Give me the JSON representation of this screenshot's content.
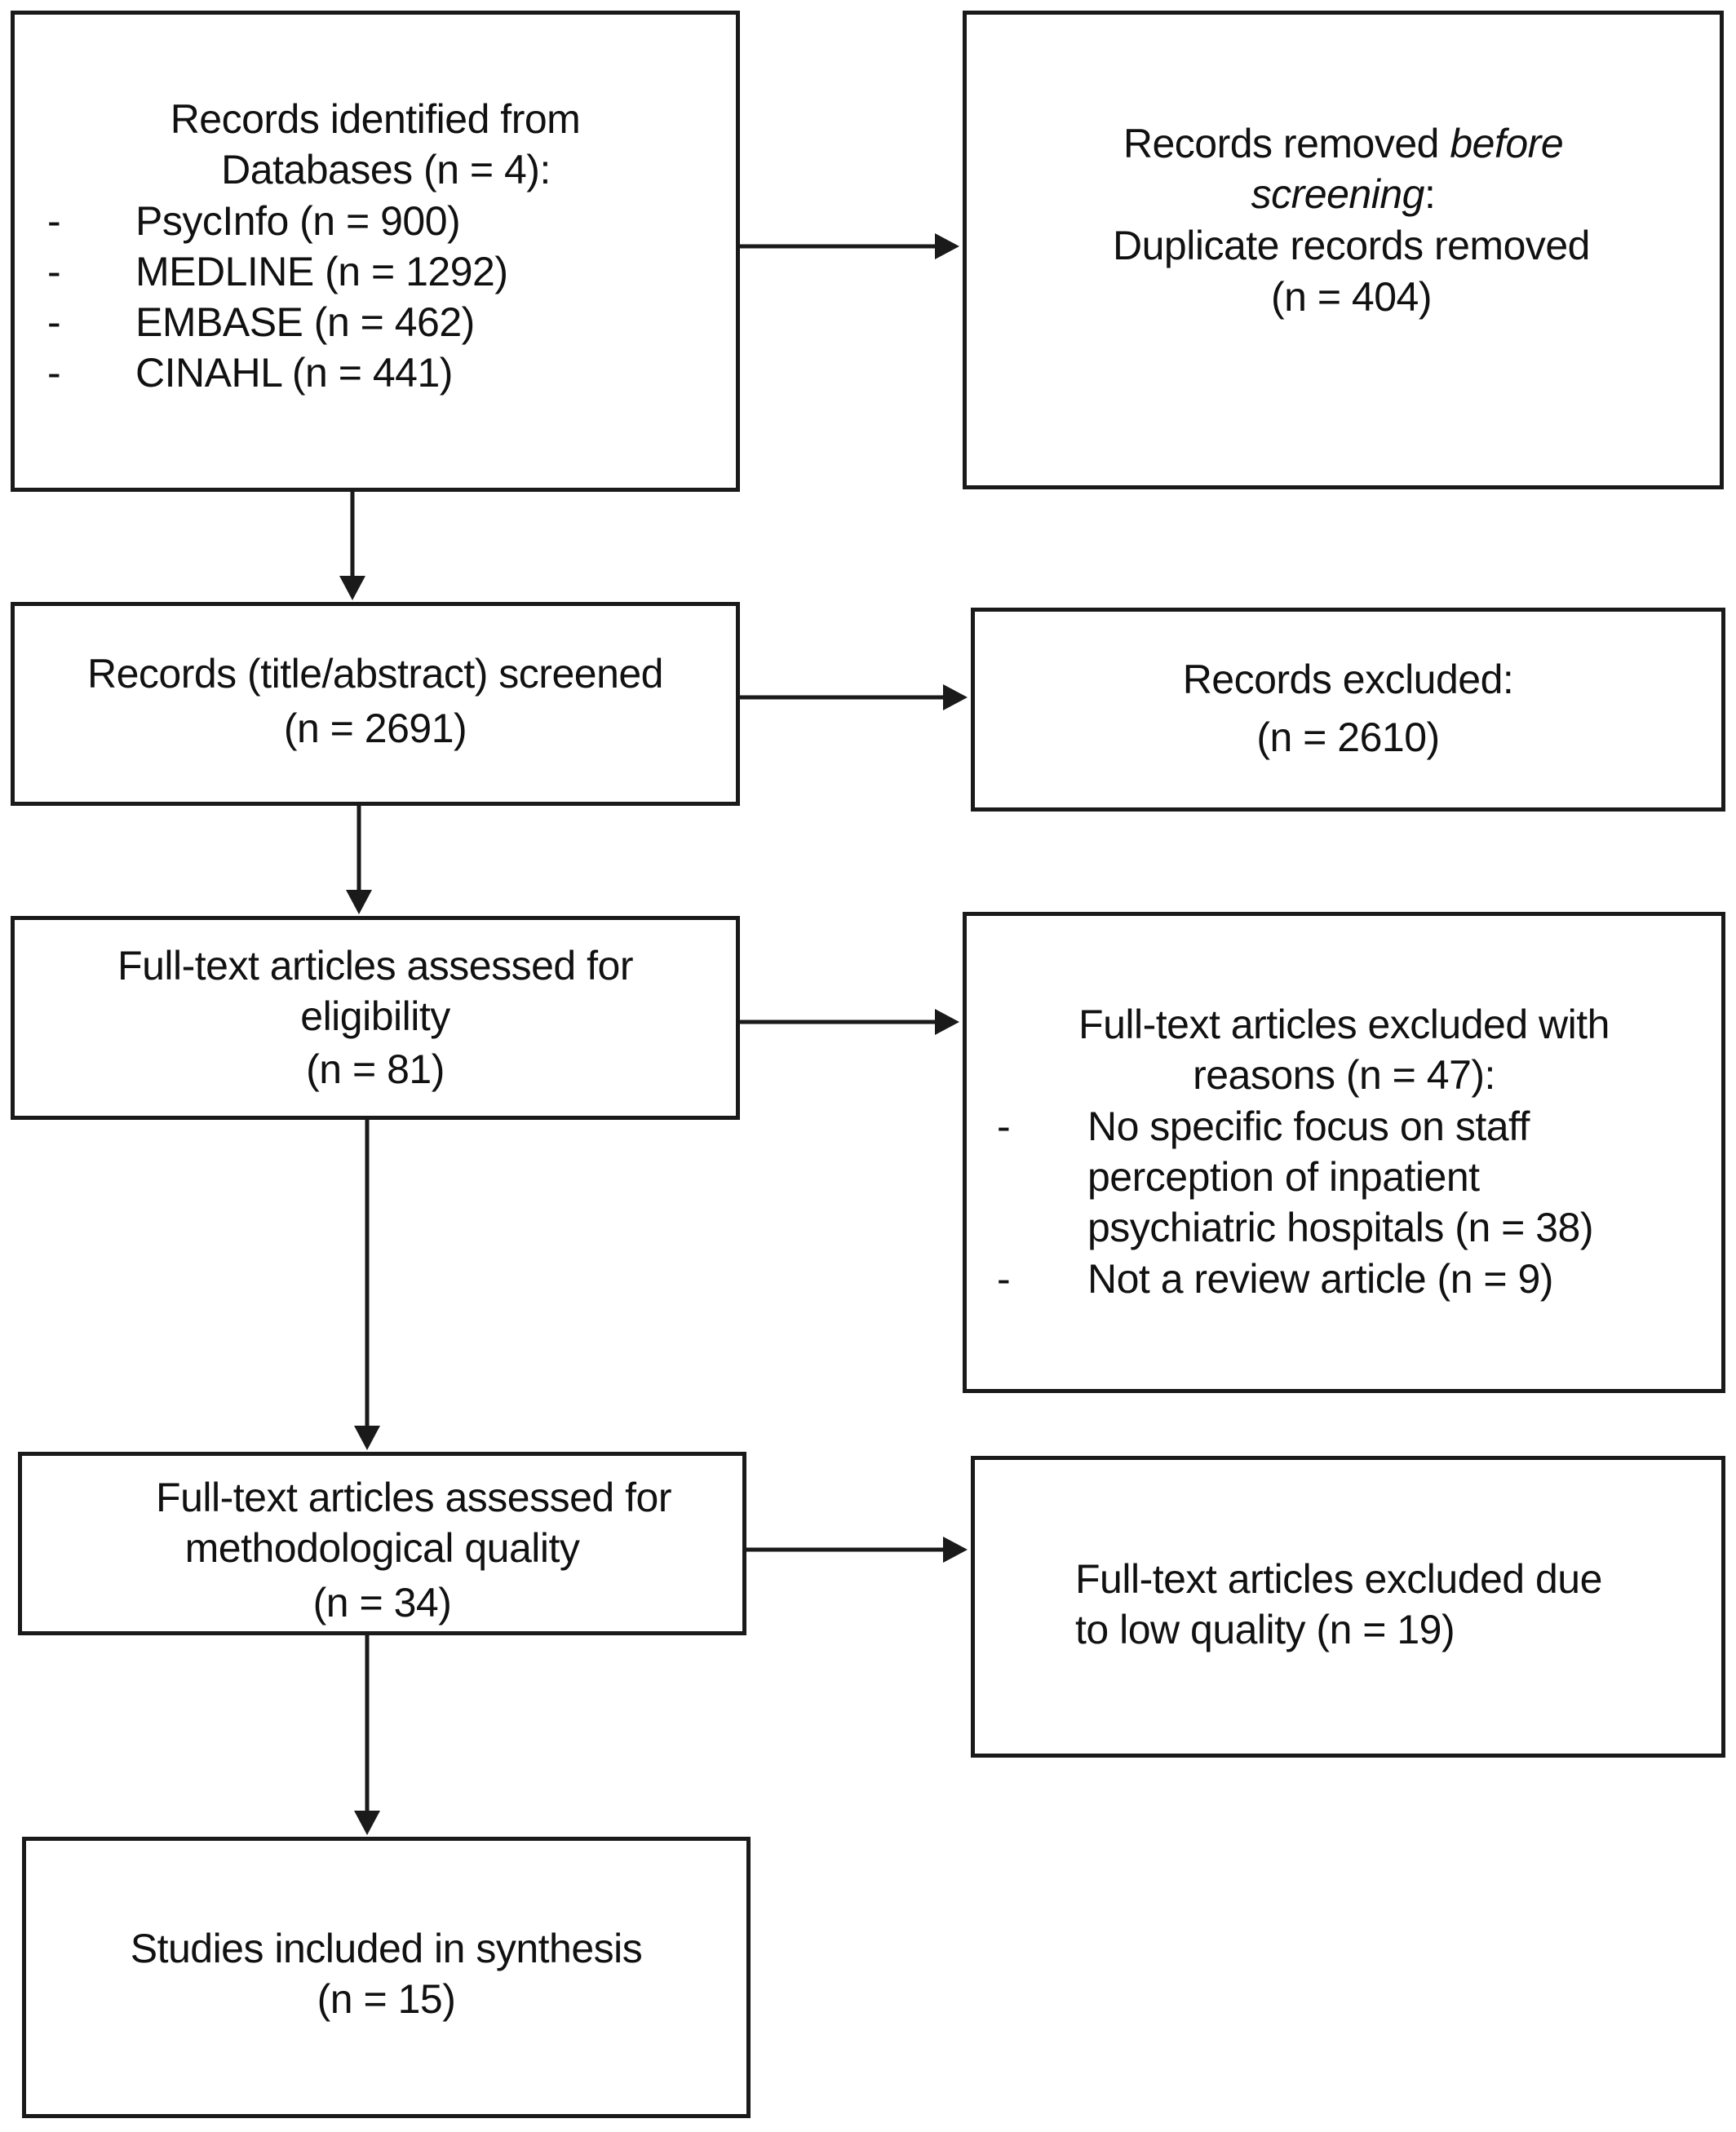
{
  "identification": {
    "title_line1": "Records identified from",
    "title_line2": "Databases (n = 4):",
    "sources": [
      "PsycInfo (n = 900)",
      "MEDLINE (n = 1292)",
      "EMBASE (n = 462)",
      "CINAHL (n = 441)"
    ]
  },
  "removed": {
    "line1_a": "Records removed ",
    "line1_b": "before",
    "line2_a": "screening",
    "line2_b": ":",
    "line3": "Duplicate records removed",
    "line4": "(n = 404)"
  },
  "screened": {
    "line1": "Records (title/abstract) screened",
    "line2": "(n = 2691)"
  },
  "excluded": {
    "line1": "Records excluded:",
    "line2": "(n = 2610)"
  },
  "eligibility": {
    "line1": "Full-text articles assessed for",
    "line2": "eligibility",
    "line3": "(n = 81)"
  },
  "eligibility_excluded": {
    "line1": "Full-text articles excluded with",
    "line2": "reasons (n = 47):",
    "reason1_l1": "No specific focus on staff",
    "reason1_l2": "perception of inpatient",
    "reason1_l3": "psychiatric hospitals (n = 38)",
    "reason2": "Not a review article (n = 9)"
  },
  "quality": {
    "line1": "Full-text articles assessed for",
    "line2": "methodological quality",
    "line3": "(n = 34)"
  },
  "quality_excluded": {
    "line1": "Full-text articles excluded due",
    "line2": "to low quality (n = 19)"
  },
  "included": {
    "line1": "Studies included in synthesis",
    "line2": "(n = 15)"
  },
  "colors": {
    "line": "#1a1a1a",
    "background": "#ffffff",
    "text": "#111111"
  }
}
